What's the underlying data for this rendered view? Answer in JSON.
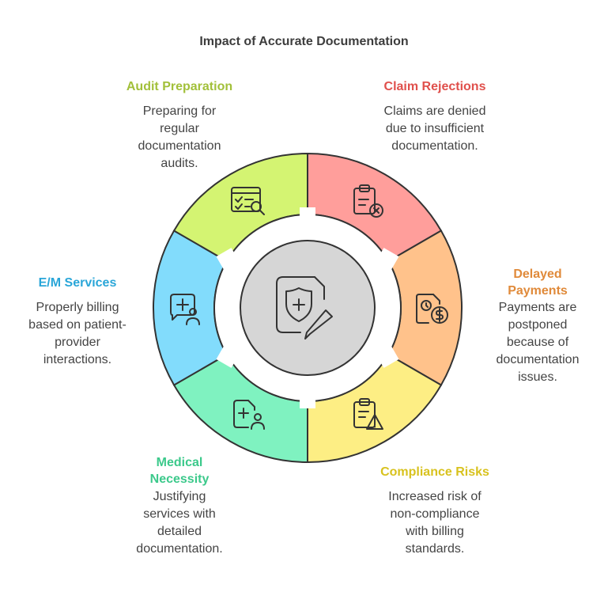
{
  "title": "Impact of Accurate Documentation",
  "colors": {
    "audit": "#d4f472",
    "claim": "#ff9e9b",
    "delayed": "#ffc28b",
    "compliance": "#fdee84",
    "medical": "#7ff2c0",
    "em": "#82dcfc",
    "hub": "#d6d6d6",
    "audit_text": "#a2c03a",
    "claim_text": "#e0504c",
    "delayed_text": "#e08a3a",
    "compliance_text": "#d8c21e",
    "medical_text": "#3cc98b",
    "em_text": "#2aa6d8"
  },
  "sections": {
    "audit": {
      "heading": "Audit Preparation",
      "desc_lines": [
        "Preparing for",
        "regular",
        "documentation",
        "audits."
      ],
      "icon": "checklist-search-icon"
    },
    "claim": {
      "heading": "Claim Rejections",
      "desc_lines": [
        "Claims are denied",
        "due to insufficient",
        "documentation."
      ],
      "icon": "clipboard-x-icon"
    },
    "delayed": {
      "heading_lines": [
        "Delayed",
        "Payments"
      ],
      "desc_lines": [
        "Payments are",
        "postponed",
        "because of",
        "documentation",
        "issues."
      ],
      "icon": "document-clock-dollar-icon"
    },
    "compliance": {
      "heading": "Compliance Risks",
      "desc_lines": [
        "Increased risk of",
        "non-compliance",
        "with billing",
        "standards."
      ],
      "icon": "clipboard-warning-icon"
    },
    "medical": {
      "heading_lines": [
        "Medical",
        "Necessity"
      ],
      "desc_lines": [
        "Justifying",
        "services with",
        "detailed",
        "documentation."
      ],
      "icon": "document-medical-user-icon"
    },
    "em": {
      "heading": "E/M Services",
      "desc_lines": [
        "Properly billing",
        "based on patient-",
        "provider",
        "interactions."
      ],
      "icon": "chat-medical-user-icon"
    }
  },
  "center_icon": "document-shield-pen-icon"
}
